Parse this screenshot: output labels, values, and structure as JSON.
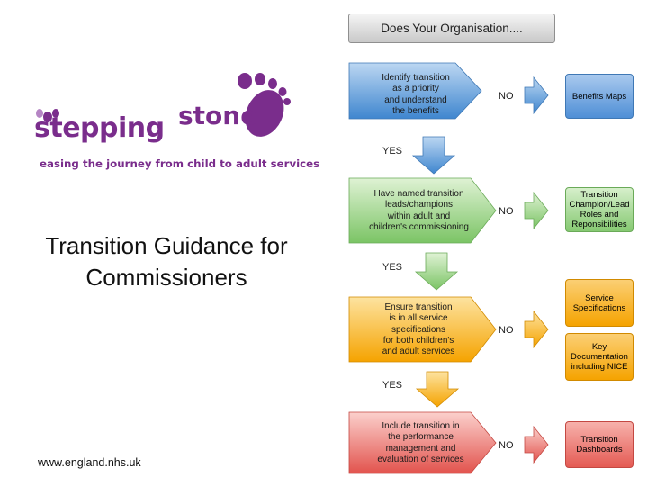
{
  "logo": {
    "wordmark_left": "stepping",
    "wordmark_right": "stone",
    "tagline": "easing the journey from child to adult services",
    "colors": {
      "purple": "#7a2d8c",
      "light_purple": "#b585c4"
    }
  },
  "title_line1": "Transition Guidance for",
  "title_line2": "Commissioners",
  "website": "www.england.nhs.uk",
  "flow": {
    "question": "Does Your Organisation....",
    "steps": [
      {
        "lines": [
          "Identify transition",
          "as a priority",
          "and understand",
          "the benefits"
        ],
        "color": "#5b9bd5",
        "no": "NO",
        "yes": "YES"
      },
      {
        "lines": [
          "Have named transition",
          "leads/champions",
          "within adult and",
          "children's commissioning"
        ],
        "color": "#8fcf7f",
        "no": "NO",
        "yes": "YES"
      },
      {
        "lines": [
          "Ensure transition",
          "is in all service",
          "specifications",
          "for both children's",
          "and adult services"
        ],
        "color": "#f8b21c",
        "no": "NO",
        "yes": "YES"
      },
      {
        "lines": [
          "Include transition in",
          "the performance",
          "management and",
          "evaluation of services"
        ],
        "color": "#e8706c",
        "no": "NO"
      }
    ],
    "outcomes": [
      {
        "lines": [
          "Benefits Maps"
        ],
        "color": "#6fa3dc"
      },
      {
        "lines": [
          "Transition",
          "Champion/Lead",
          "Roles and",
          "Reponsibilities"
        ],
        "color": "#9ed48b"
      },
      {
        "lines": [
          "Service",
          "Specifications"
        ],
        "color": "#f6a623"
      },
      {
        "lines": [
          "Key",
          "Documentation",
          "including NICE"
        ],
        "color": "#f6a623"
      },
      {
        "lines": [
          "Transition",
          "Dashboards"
        ],
        "color": "#ee7b72"
      }
    ]
  }
}
